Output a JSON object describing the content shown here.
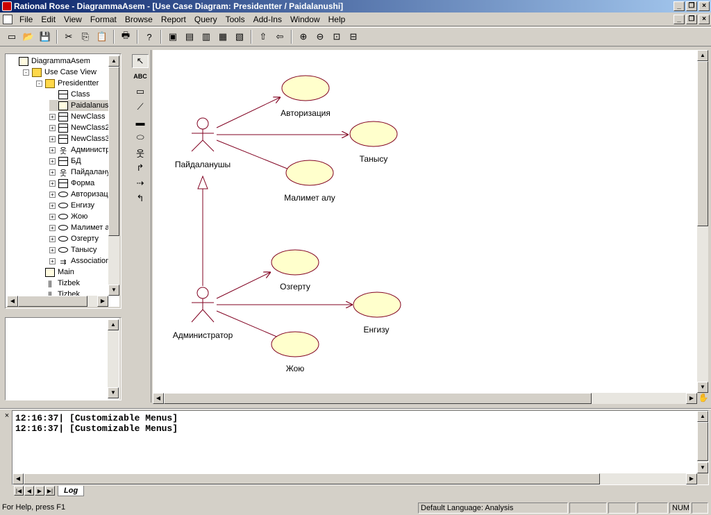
{
  "window": {
    "title": "Rational Rose - DiagrammaAsem - [Use Case Diagram: Presidentter / Paidalanushi]"
  },
  "menu": [
    "File",
    "Edit",
    "View",
    "Format",
    "Browse",
    "Report",
    "Query",
    "Tools",
    "Add-Ins",
    "Window",
    "Help"
  ],
  "toolbar": {
    "icons": [
      "new-icon",
      "open-icon",
      "save-icon",
      "cut-icon",
      "copy-icon",
      "paste-icon",
      "print-icon",
      "context-help-icon",
      "browse-diagram-icon",
      "class-diagram-icon",
      "interaction-icon",
      "component-icon",
      "deployment-icon",
      "parent-icon",
      "previous-icon",
      "zoom-in-icon",
      "zoom-out-icon",
      "fit-window-icon",
      "undo-fit-icon"
    ]
  },
  "tree": [
    {
      "label": "DiagrammaAsem",
      "icon": "model-icon",
      "indent": 0,
      "exp": ""
    },
    {
      "label": "Use Case View",
      "icon": "folder-icon",
      "indent": 1,
      "exp": "-"
    },
    {
      "label": "Presidentter",
      "icon": "folder-icon",
      "indent": 2,
      "exp": "-"
    },
    {
      "label": "Class",
      "icon": "class-icon",
      "indent": 3,
      "exp": ""
    },
    {
      "label": "Paidalanushi",
      "icon": "diagram-icon",
      "indent": 3,
      "exp": "",
      "selected": true
    },
    {
      "label": "NewClass",
      "icon": "class-icon",
      "indent": 3,
      "exp": "+"
    },
    {
      "label": "NewClass2",
      "icon": "class-icon",
      "indent": 3,
      "exp": "+"
    },
    {
      "label": "NewClass3",
      "icon": "class-icon",
      "indent": 3,
      "exp": "+"
    },
    {
      "label": "Администрат",
      "icon": "actor-icon",
      "indent": 3,
      "exp": "+"
    },
    {
      "label": "БД",
      "icon": "class-icon",
      "indent": 3,
      "exp": "+"
    },
    {
      "label": "Пайдаланушы",
      "icon": "actor-icon",
      "indent": 3,
      "exp": "+"
    },
    {
      "label": "Форма",
      "icon": "class-icon",
      "indent": 3,
      "exp": "+"
    },
    {
      "label": "Авторизация",
      "icon": "use-case-icon",
      "indent": 3,
      "exp": "+"
    },
    {
      "label": "Енгизу",
      "icon": "use-case-icon",
      "indent": 3,
      "exp": "+"
    },
    {
      "label": "Жою",
      "icon": "use-case-icon",
      "indent": 3,
      "exp": "+"
    },
    {
      "label": "Малимет алу",
      "icon": "use-case-icon",
      "indent": 3,
      "exp": "+"
    },
    {
      "label": "Озгерту",
      "icon": "use-case-icon",
      "indent": 3,
      "exp": "+"
    },
    {
      "label": "Танысу",
      "icon": "use-case-icon",
      "indent": 3,
      "exp": "+"
    },
    {
      "label": "Associations",
      "icon": "association-icon",
      "indent": 3,
      "exp": "+"
    },
    {
      "label": "Main",
      "icon": "diagram-icon",
      "indent": 2,
      "exp": ""
    },
    {
      "label": "Tizbek",
      "icon": "sequence-icon",
      "indent": 2,
      "exp": ""
    },
    {
      "label": "Tizbek",
      "icon": "sequence-icon",
      "indent": 2,
      "exp": ""
    }
  ],
  "palette": [
    "selection-arrow-icon",
    "text-box-icon",
    "note-icon",
    "anchor-note-icon",
    "package-icon",
    "use-case-icon",
    "actor-icon",
    "unidirectional-association-icon",
    "dependency-icon",
    "generalization-icon"
  ],
  "palette_text": "ABC",
  "diagram": {
    "actors": {
      "user": "Пайдаланушы",
      "admin": "Администратор"
    },
    "use_cases": {
      "avtorizaciya": "Авторизация",
      "tanysu": "Танысу",
      "malimet": "Малимет алу",
      "ozgertu": "Озгерту",
      "engizu": "Енгизу",
      "zhoyu": "Жою"
    }
  },
  "log": {
    "lines": [
      "12:16:37|  [Customizable Menus]",
      "12:16:37|  [Customizable Menus]"
    ],
    "tab": "Log"
  },
  "status": {
    "help": "For Help, press F1",
    "language": "Default Language: Analysis",
    "num": "NUM"
  }
}
